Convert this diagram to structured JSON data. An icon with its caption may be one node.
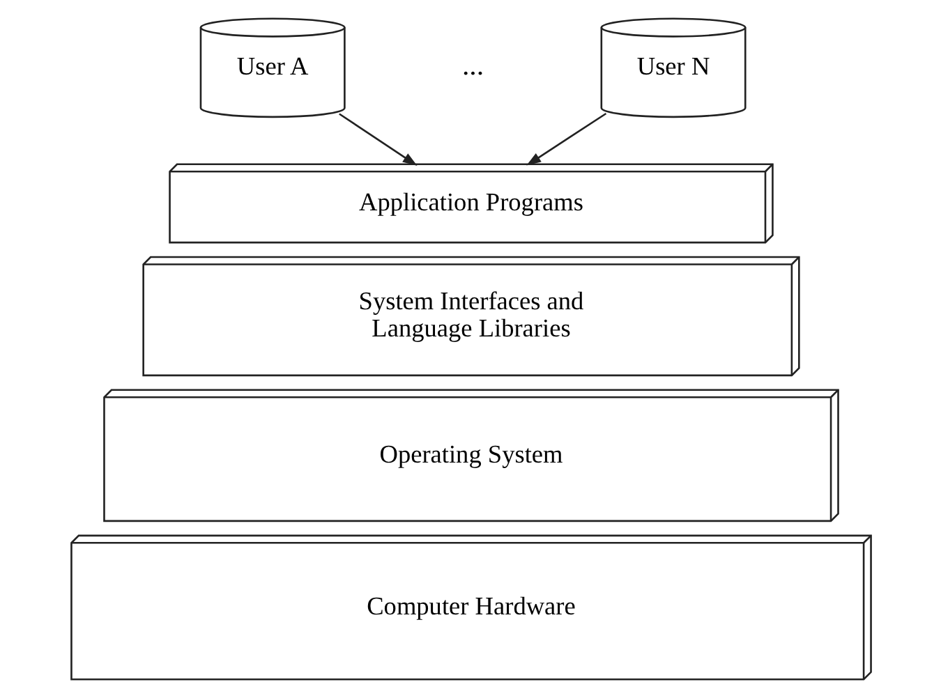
{
  "diagram": {
    "nodes": [
      {
        "text": [
          "User A"
        ]
      },
      {
        "text": [
          "User N"
        ]
      },
      {
        "text": [
          "Application Programs"
        ]
      },
      {
        "text": [
          "System Interfaces and Language Libraries"
        ]
      },
      {
        "text": [
          "Operating System"
        ]
      },
      {
        "text": [
          "Computer Hardware"
        ]
      }
    ],
    "edges": [
      {
        "from": 0,
        "to": 2,
        "arrow": "to"
      },
      {
        "from": 1,
        "to": 2,
        "arrow": "to"
      }
    ],
    "labels": [
      "..."
    ]
  }
}
